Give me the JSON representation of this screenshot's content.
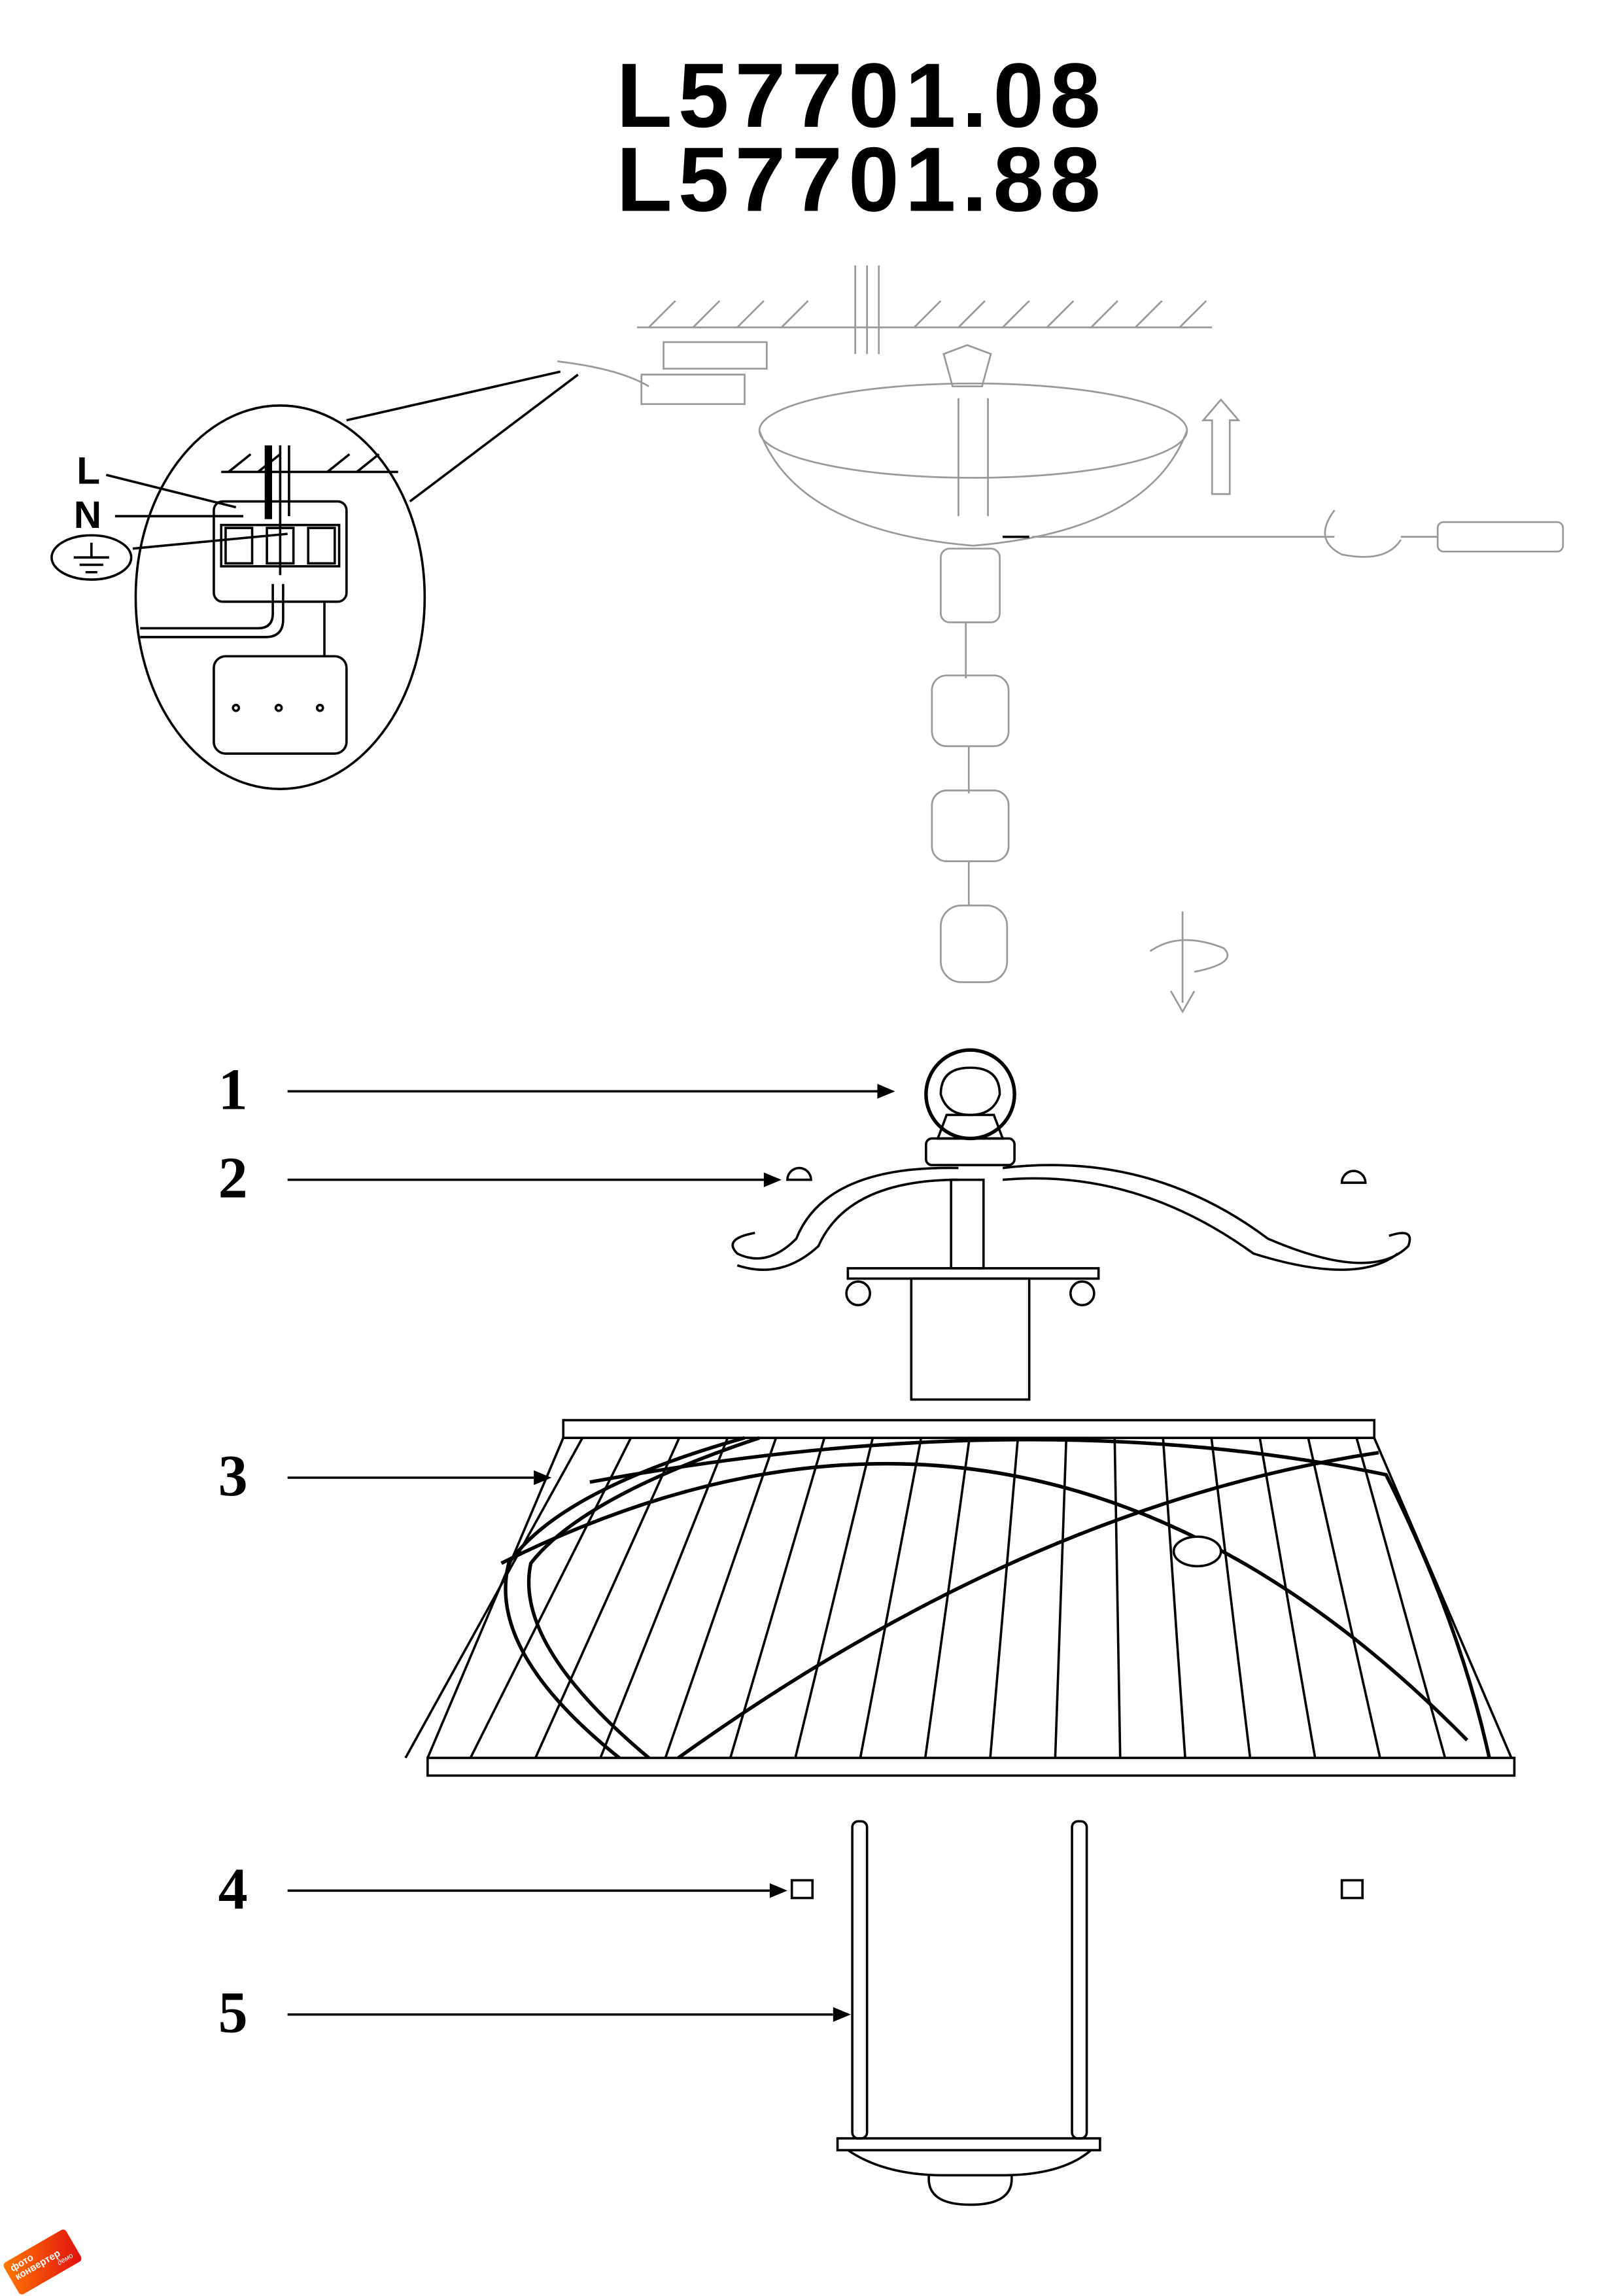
{
  "title": {
    "model_1": "L57701.08",
    "model_2": "L57701.88"
  },
  "wiring": {
    "live_label": "L",
    "neutral_label": "N",
    "ground_symbol": "ground-icon"
  },
  "parts": [
    {
      "number": "1"
    },
    {
      "number": "2"
    },
    {
      "number": "3"
    },
    {
      "number": "4"
    },
    {
      "number": "5"
    }
  ],
  "watermark": {
    "line_1": "фото",
    "line_2": "конвертер",
    "line_3": "демо"
  }
}
